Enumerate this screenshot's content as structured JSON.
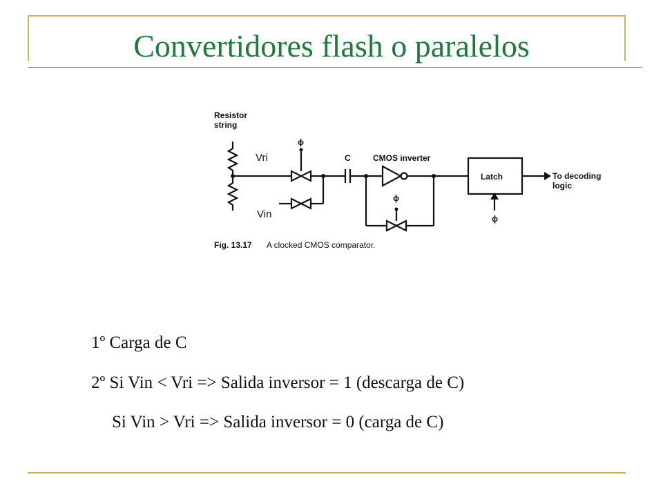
{
  "slide": {
    "title": "Convertidores flash o paralelos"
  },
  "figure": {
    "resistor_label_line1": "Resistor",
    "resistor_label_line2": "string",
    "vri_label": "Vri",
    "vin_label": "Vin",
    "phi_symbol": "ϕ",
    "capacitor_label": "C",
    "inverter_label": "CMOS inverter",
    "latch_label": "Latch",
    "output_label_line1": "To decoding",
    "output_label_line2": "logic",
    "caption_prefix": "Fig. 13.17",
    "caption_text": "A clocked CMOS comparator."
  },
  "notes": {
    "line1": "1º Carga de C",
    "line2": "2º Si Vin < Vri => Salida inversor = 1 (descarga de C)",
    "line3": "Si Vin > Vri => Salida inversor = 0 (carga de C)"
  }
}
